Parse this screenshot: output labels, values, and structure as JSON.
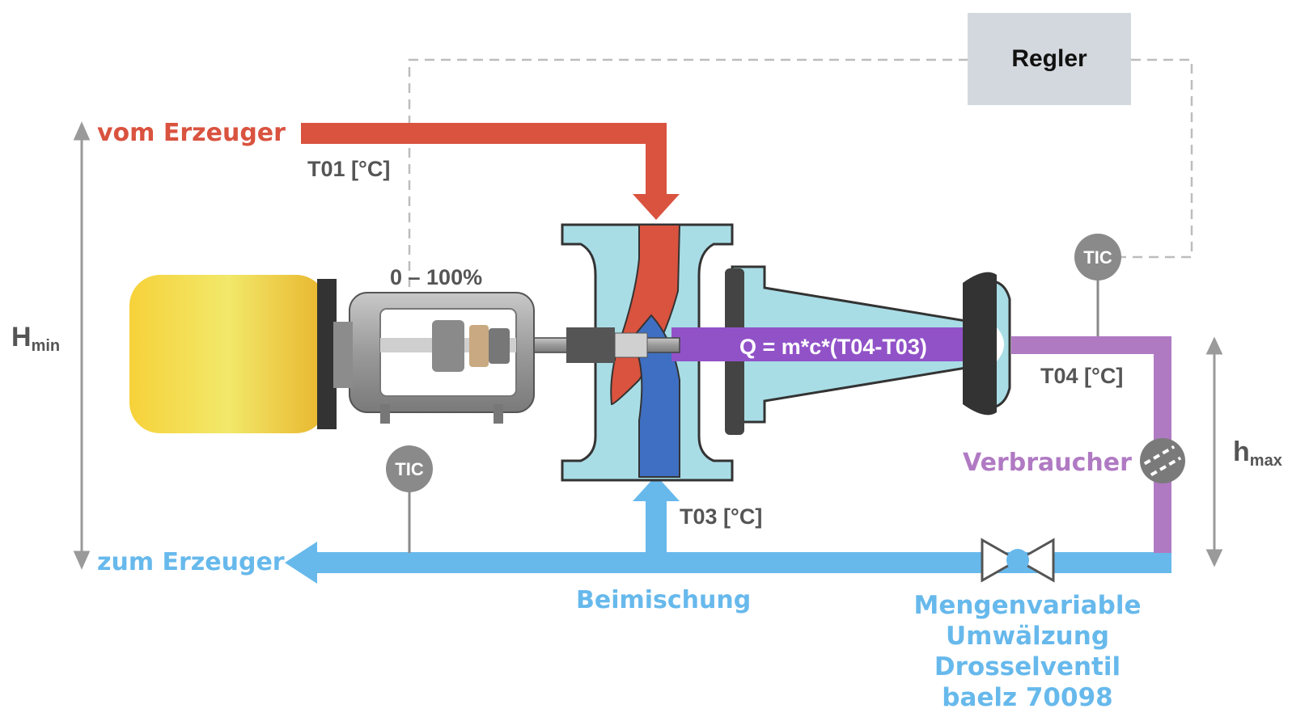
{
  "controller": {
    "label": "Regler"
  },
  "flows": {
    "supply_label": "vom Erzeuger",
    "return_label": "zum Erzeuger",
    "mixing_label": "Beimischung",
    "consumer_label": "Verbraucher"
  },
  "temperatures": {
    "t01": "T01 [°C]",
    "t03": "T03 [°C]",
    "t04": "T04 [°C]"
  },
  "formula": "Q = m*c*(T04-T03)",
  "valve_range": "0 – 100%",
  "sensors": {
    "left_tic": "TIC",
    "right_tic": "TIC"
  },
  "heights": {
    "h_min_main": "H",
    "h_min_sub": "min",
    "h_max_main": "h",
    "h_max_sub": "max"
  },
  "throttle_valve": {
    "lines": [
      "Mengenvariable",
      "Umwälzung",
      "Drosselventil",
      "baelz 70098"
    ]
  },
  "colors": {
    "supply": "#d9533f",
    "return": "#67b9ec",
    "consumer": "#b07ac3",
    "body": "#a9dde6",
    "actuator": "#f3d23d",
    "controller": "#d3d8de",
    "sensor": "#8a8a8a"
  }
}
